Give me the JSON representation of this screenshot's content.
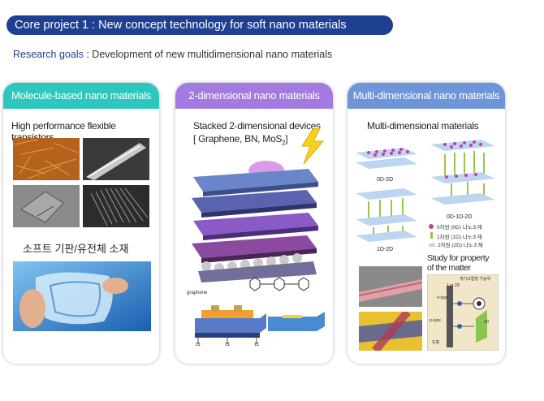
{
  "header": {
    "title": "Core project 1 : New concept technology for soft nano materials",
    "goals_label": "Research goals :",
    "goals_text": "Development of new multidimensional nano materials"
  },
  "cards": [
    {
      "title": "Molecule-based nano materials",
      "subtitle": "High performance flexible transistors",
      "caption": "소프트 기판/유전체 소재"
    },
    {
      "title": "2-dimensional nano materials",
      "subtitle": "Stacked 2-dimensional devices",
      "subtitle2": "[ Graphene, BN, MoS",
      "subtitle2_sub": "2",
      "subtitle2_end": "]",
      "graphene_label": "graphene"
    },
    {
      "title": "Multi-dimensional nano materials",
      "subtitle": "Multi-dimensional materials",
      "labels": [
        "0D-2D",
        "0D-1D-2D",
        "1D-2D"
      ],
      "legend": [
        "0차원 (0D) 나노소재",
        "1차원 (1D) 나노소재",
        "2차원 (2D) 나노소재"
      ],
      "study_line1": "Study for property",
      "study_line2": "of the matter",
      "diagram_title": "계기조절형 가능위",
      "diagram_label_1": "1 or 2D",
      "diagram_label_ntype": "n-type",
      "diagram_label_ptype": "p-type",
      "diagram_label_2d": "2D",
      "diagram_label_bottom": "도핑"
    }
  ]
}
